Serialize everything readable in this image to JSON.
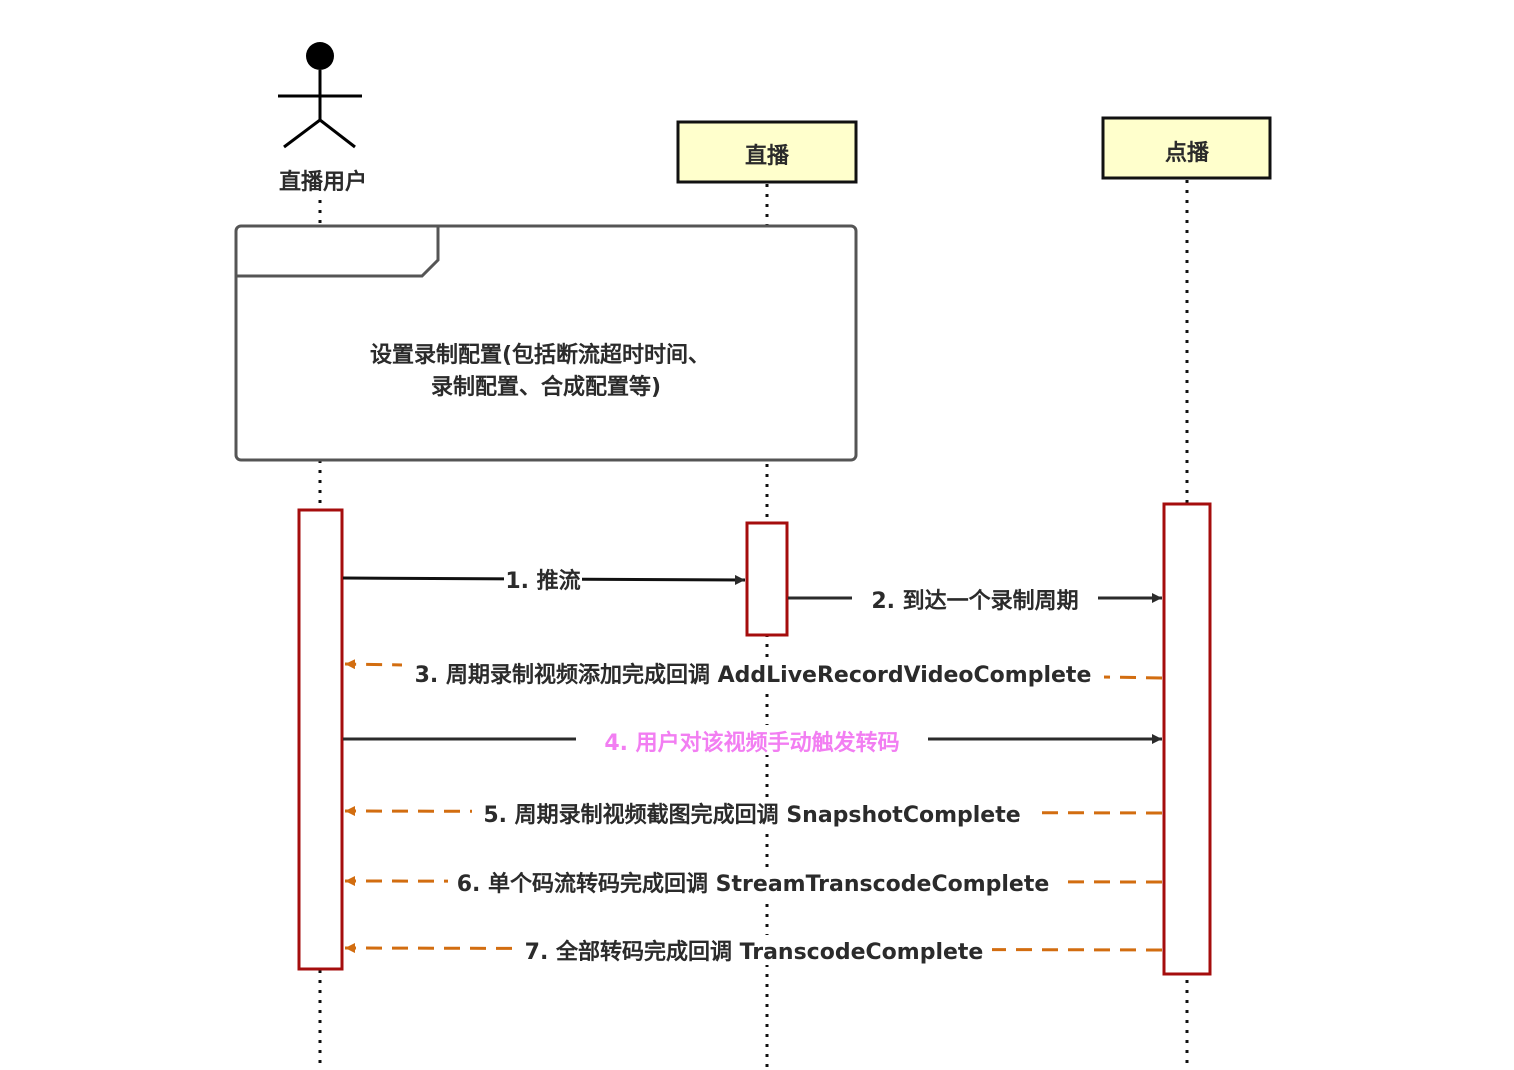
{
  "participants": [
    {
      "id": "user",
      "label": "直播用户",
      "kind": "actor"
    },
    {
      "id": "live",
      "label": "直播",
      "kind": "box"
    },
    {
      "id": "vod",
      "label": "点播",
      "kind": "box"
    }
  ],
  "note": {
    "lines": [
      "设置录制配置(包括断流超时时间、",
      "录制配置、合成配置等)"
    ]
  },
  "messages": [
    {
      "label": "1. 推流",
      "from": "user",
      "to": "live",
      "style": "solid"
    },
    {
      "label": "2. 到达一个录制周期",
      "from": "live",
      "to": "vod",
      "style": "solid"
    },
    {
      "label": "3. 周期录制视频添加完成回调 AddLiveRecordVideoComplete",
      "from": "vod",
      "to": "user",
      "style": "dashed"
    },
    {
      "label": "4. 用户对该视频手动触发转码",
      "from": "user",
      "to": "vod",
      "style": "solid",
      "highlight": true
    },
    {
      "label": "5. 周期录制视频截图完成回调 SnapshotComplete",
      "from": "vod",
      "to": "user",
      "style": "dashed"
    },
    {
      "label": "6. 单个码流转码完成回调 StreamTranscodeComplete",
      "from": "vod",
      "to": "user",
      "style": "dashed"
    },
    {
      "label": "7. 全部转码完成回调 TranscodeComplete",
      "from": "vod",
      "to": "user",
      "style": "dashed"
    }
  ],
  "colors": {
    "participant_fill": "#ffffcc",
    "activation_border": "#a50d0d",
    "solid_arrow": "#2b2b2b",
    "dashed_arrow": "#d26d10",
    "highlight_text": "#f27ef2",
    "text": "#2b2b2b"
  }
}
